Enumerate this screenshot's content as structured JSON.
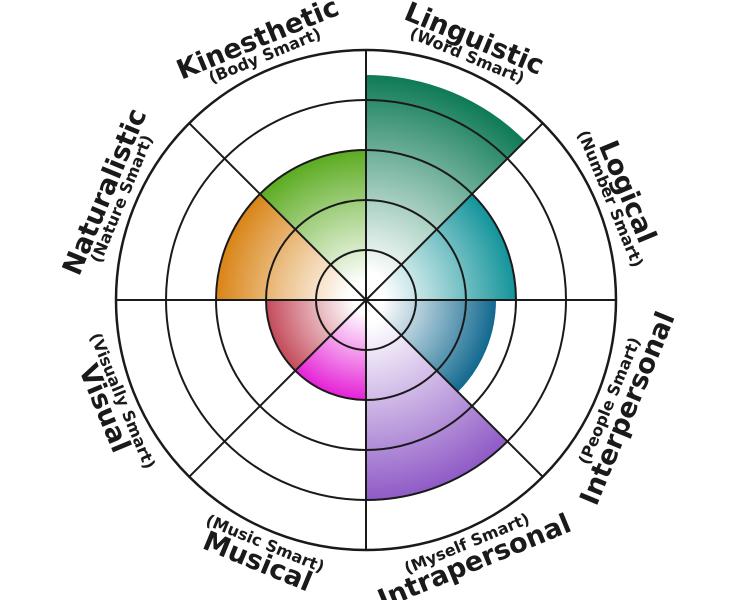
{
  "chart_data": {
    "type": "polar-area",
    "categories": [
      {
        "name": "Linguistic",
        "subtitle": "(Word Smart)",
        "color": "#0e7a55"
      },
      {
        "name": "Logical",
        "subtitle": "(Number Smart)",
        "color": "#12949a"
      },
      {
        "name": "Interpersonal",
        "subtitle": "(People Smart)",
        "color": "#11688f"
      },
      {
        "name": "Intrapersonal",
        "subtitle": "(Myself Smart)",
        "color": "#8f5ac6"
      },
      {
        "name": "Musical",
        "subtitle": "(Music Smart)",
        "color": "#e520d6"
      },
      {
        "name": "Visual",
        "subtitle": "(Visually Smart)",
        "color": "#c44a5a"
      },
      {
        "name": "Naturalistic",
        "subtitle": "(Nature Smart)",
        "color": "#d98416"
      },
      {
        "name": "Kinesthetic",
        "subtitle": "(Body Smart)",
        "color": "#5bab20"
      }
    ],
    "values": [
      4.5,
      3,
      2.6,
      4,
      2,
      2,
      3,
      3
    ],
    "rmax": 5,
    "rings": [
      1,
      2,
      3,
      4,
      5
    ],
    "grid": true,
    "legend": "none"
  }
}
